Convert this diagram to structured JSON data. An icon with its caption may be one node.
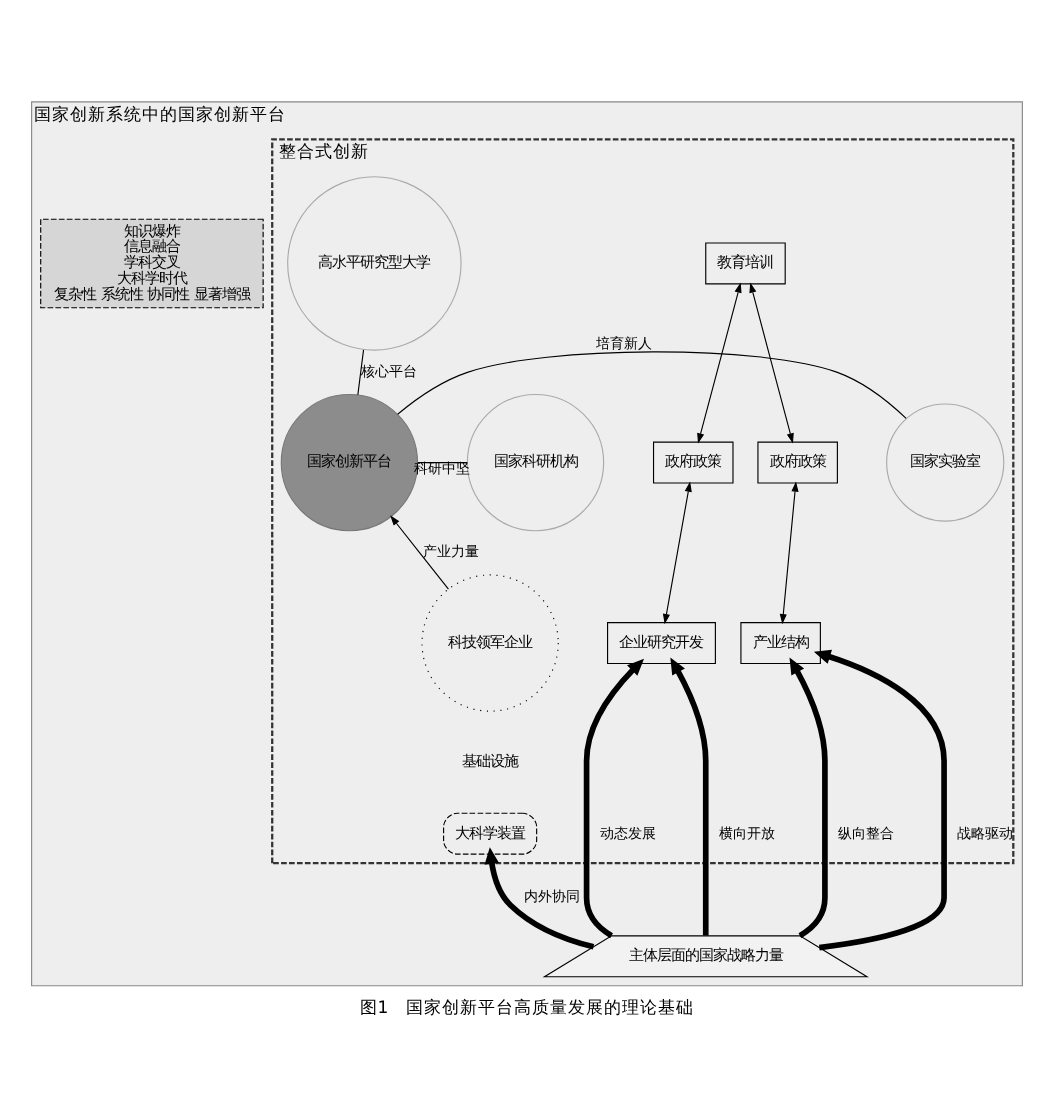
{
  "diagram": {
    "caption": "图1　国家创新平台高质量发展的理论基础",
    "nodes": [
      {
        "text": [
          "国家创新系统中的国家创新平台"
        ]
      },
      {
        "text": [
          "整合式创新"
        ],
        "in": 0
      },
      {
        "text": [
          "教育培训"
        ],
        "in": 1
      },
      {
        "text": [
          "高水平研究型大学"
        ],
        "in": 1
      },
      {
        "text": [
          "政府政策"
        ],
        "in": 1
      },
      {
        "text": [
          "国家实验室"
        ],
        "in": 1
      },
      {
        "text": [
          "国家创新平台"
        ],
        "in": 1
      },
      {
        "text": [
          "国家科研机构"
        ],
        "in": 1
      },
      {
        "text": [
          "政府政策"
        ],
        "in": 1
      },
      {
        "text": [
          "产业结构"
        ],
        "in": 1
      },
      {
        "text": [
          "科技领军企业"
        ],
        "in": 1
      },
      {
        "text": [
          "企业研究开发"
        ],
        "in": 1
      },
      {
        "text": [
          "大科学装置"
        ],
        "in": 1
      },
      {
        "text": [
          "主体层面的国家战略力量"
        ],
        "in": 0
      },
      {
        "text": [
          "知识爆炸",
          "信息融合",
          "学科交叉",
          "大科学时代",
          "复杂性 系统性 协同性 显著增强"
        ],
        "in": 0
      }
    ],
    "edges": [
      {
        "from": 2,
        "to": 4,
        "arrow": "both"
      },
      {
        "from": 2,
        "to": 8,
        "arrow": "both"
      },
      {
        "from": 3,
        "to": 6,
        "arrow": "none",
        "label": "核心平台"
      },
      {
        "from": 5,
        "to": 6,
        "arrow": "none",
        "label": "培育新人"
      },
      {
        "from": 6,
        "to": 7,
        "arrow": "none",
        "label": "科研中坚"
      },
      {
        "from": 4,
        "to": 9,
        "arrow": "both"
      },
      {
        "from": 8,
        "to": 11,
        "arrow": "both"
      },
      {
        "from": 10,
        "to": 6,
        "arrow": "to",
        "label": "产业力量"
      },
      {
        "from": 13,
        "to": 9,
        "arrow": "to",
        "label": "战略驱动",
        "style": "thick"
      },
      {
        "from": 13,
        "to": 9,
        "arrow": "to",
        "label": "纵向整合",
        "style": "thick"
      },
      {
        "from": 13,
        "to": 12,
        "arrow": "to",
        "label": "内外协同",
        "style": "thick"
      },
      {
        "from": 13,
        "to": 11,
        "arrow": "to",
        "label": "横向开放",
        "style": "thick"
      },
      {
        "from": 13,
        "to": 11,
        "arrow": "to",
        "label": "动态发展",
        "style": "thick"
      }
    ],
    "labels": [
      "基础设施"
    ]
  }
}
